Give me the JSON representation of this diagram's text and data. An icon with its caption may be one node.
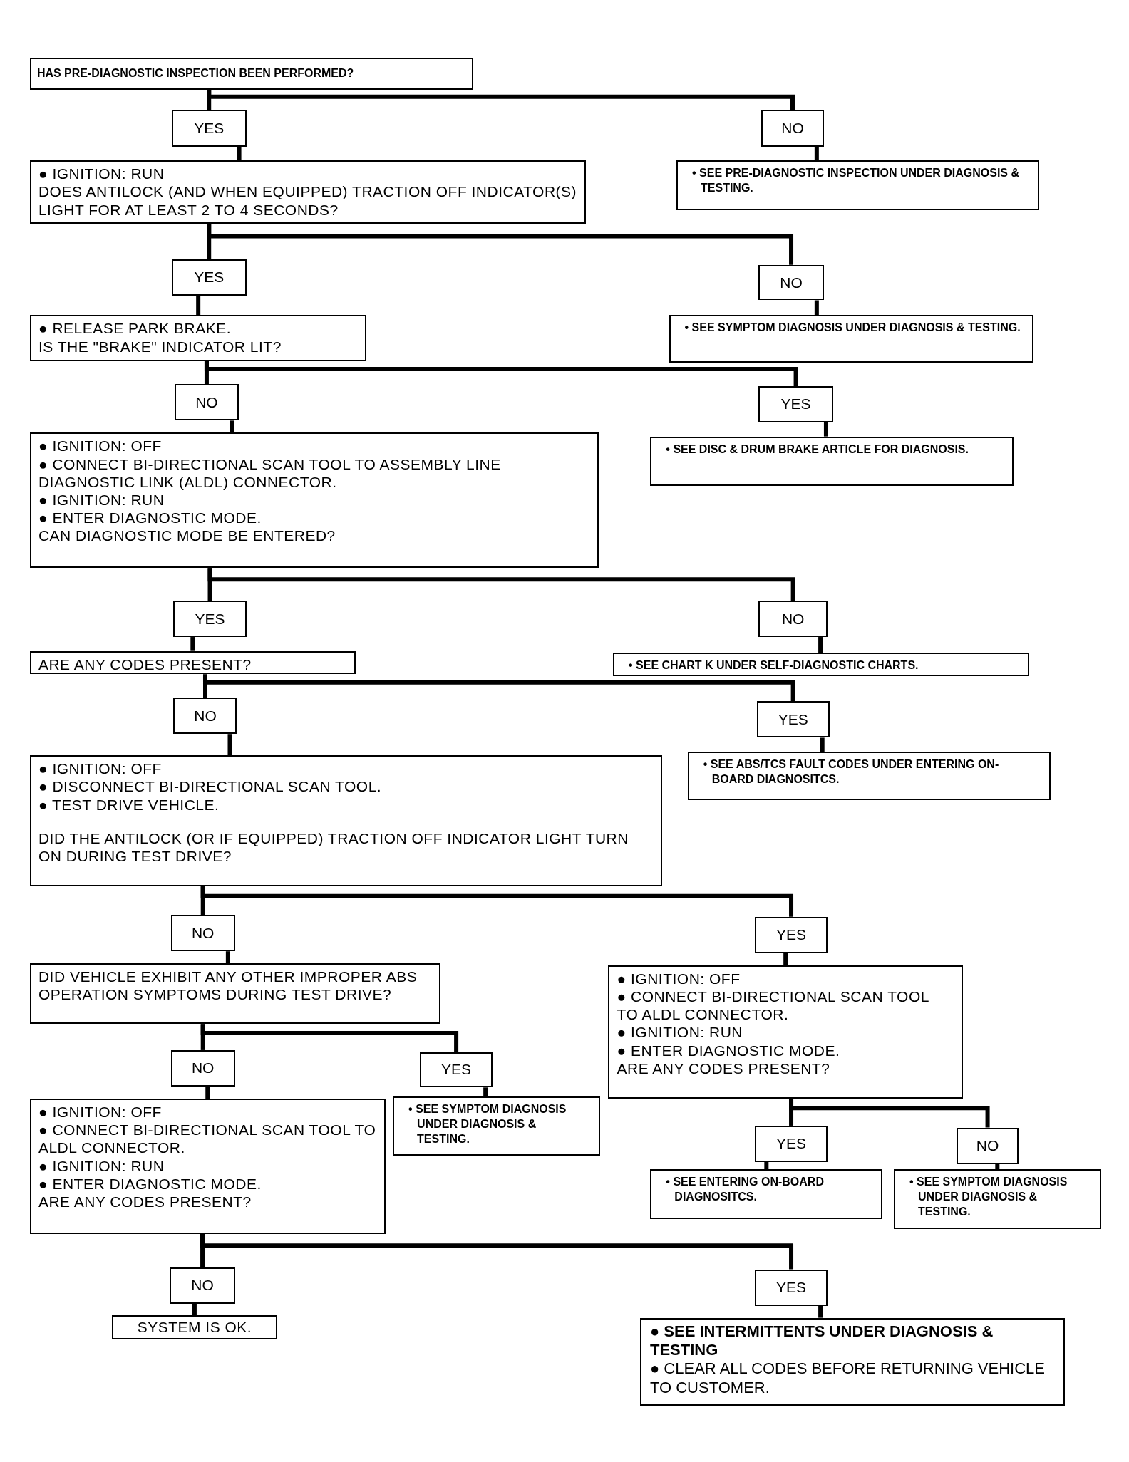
{
  "diagram": {
    "nodes": [
      {
        "text": [
          "HAS PRE-DIAGNOSTIC INSPECTION BEEN PERFORMED?"
        ]
      },
      {
        "text": [
          "YES"
        ]
      },
      {
        "text": [
          "NO"
        ]
      },
      {
        "text": [
          "● IGNITION:  RUN",
          "DOES ANTILOCK (AND WHEN EQUIPPED) TRACTION OFF INDICATOR(S) LIGHT FOR AT LEAST 2 TO 4 SECONDS?"
        ]
      },
      {
        "text": [
          "• SEE PRE-DIAGNOSTIC INSPECTION UNDER DIAGNOSIS & TESTING."
        ]
      },
      {
        "text": [
          "YES"
        ]
      },
      {
        "text": [
          "NO"
        ]
      },
      {
        "text": [
          "● RELEASE PARK BRAKE.",
          "IS THE \"BRAKE\" INDICATOR LIT?"
        ]
      },
      {
        "text": [
          "• SEE SYMPTOM DIAGNOSIS UNDER DIAGNOSIS & TESTING."
        ]
      },
      {
        "text": [
          "NO"
        ]
      },
      {
        "text": [
          "YES"
        ]
      },
      {
        "text": [
          "● IGNITION: OFF",
          "● CONNECT BI-DIRECTIONAL SCAN TOOL TO ASSEMBLY LINE DIAGNOSTIC LINK (ALDL) CONNECTOR.",
          "● IGNITION: RUN",
          "● ENTER DIAGNOSTIC MODE.",
          "CAN DIAGNOSTIC MODE BE ENTERED?"
        ]
      },
      {
        "text": [
          "• SEE DISC & DRUM BRAKE ARTICLE FOR DIAGNOSIS."
        ]
      },
      {
        "text": [
          "YES"
        ]
      },
      {
        "text": [
          "NO"
        ]
      },
      {
        "text": [
          "ARE ANY CODES PRESENT?"
        ]
      },
      {
        "text": [
          "• SEE CHART K UNDER SELF-DIAGNOSTIC CHARTS."
        ]
      },
      {
        "text": [
          "NO"
        ]
      },
      {
        "text": [
          "YES"
        ]
      },
      {
        "text": [
          "● IGNITION: OFF",
          "● DISCONNECT BI-DIRECTIONAL SCAN TOOL.",
          "● TEST DRIVE VEHICLE.",
          "DID THE ANTILOCK (OR IF EQUIPPED) TRACTION OFF INDICATOR LIGHT TURN ON DURING TEST DRIVE?"
        ]
      },
      {
        "text": [
          "• SEE ABS/TCS FAULT CODES UNDER ENTERING ON-BOARD DIAGNOSITCS."
        ]
      },
      {
        "text": [
          "NO"
        ]
      },
      {
        "text": [
          "YES"
        ]
      },
      {
        "text": [
          "DID  VEHICLE EXHIBIT ANY OTHER IMPROPER ABS OPERATION SYMPTOMS DURING TEST DRIVE?"
        ]
      },
      {
        "text": [
          "● IGNITION: OFF",
          "● CONNECT BI-DIRECTIONAL SCAN TOOL TO ALDL CONNECTOR.",
          "● IGNITION: RUN",
          "● ENTER DIAGNOSTIC MODE.",
          "ARE ANY CODES PRESENT?"
        ]
      },
      {
        "text": [
          "NO"
        ]
      },
      {
        "text": [
          "YES"
        ]
      },
      {
        "text": [
          "● IGNITION: OFF",
          "● CONNECT BI-DIRECTIONAL SCAN TOOL TO ALDL CONNECTOR.",
          "● IGNITION: RUN",
          "● ENTER DIAGNOSTIC MODE.",
          "ARE ANY CODES PRESENT?"
        ]
      },
      {
        "text": [
          "• SEE SYMPTOM DIAGNOSIS UNDER DIAGNOSIS & TESTING."
        ]
      },
      {
        "text": [
          "YES"
        ]
      },
      {
        "text": [
          "NO"
        ]
      },
      {
        "text": [
          "• SEE ENTERING ON-BOARD DIAGNOSITCS."
        ]
      },
      {
        "text": [
          "• SEE SYMPTOM DIAGNOSIS UNDER DIAGNOSIS & TESTING."
        ]
      },
      {
        "text": [
          "NO"
        ]
      },
      {
        "text": [
          "YES"
        ]
      },
      {
        "text": [
          "SYSTEM IS OK."
        ]
      },
      {
        "text": [
          "● SEE INTERMITTENTS UNDER DIAGNOSIS & TESTING",
          "● CLEAR ALL CODES BEFORE RETURNING VEHICLE TO CUSTOMER."
        ]
      }
    ],
    "edges": [
      {
        "from": 0,
        "to": 1,
        "arrow": "none"
      },
      {
        "from": 0,
        "to": 2,
        "arrow": "none"
      },
      {
        "from": 1,
        "to": 3,
        "arrow": "none"
      },
      {
        "from": 2,
        "to": 4,
        "arrow": "none"
      },
      {
        "from": 3,
        "to": 5,
        "arrow": "none"
      },
      {
        "from": 3,
        "to": 6,
        "arrow": "none"
      },
      {
        "from": 5,
        "to": 7,
        "arrow": "none"
      },
      {
        "from": 6,
        "to": 8,
        "arrow": "none"
      },
      {
        "from": 7,
        "to": 9,
        "arrow": "none"
      },
      {
        "from": 7,
        "to": 10,
        "arrow": "none"
      },
      {
        "from": 9,
        "to": 11,
        "arrow": "none"
      },
      {
        "from": 10,
        "to": 12,
        "arrow": "none"
      },
      {
        "from": 11,
        "to": 13,
        "arrow": "none"
      },
      {
        "from": 11,
        "to": 14,
        "arrow": "none"
      },
      {
        "from": 13,
        "to": 15,
        "arrow": "none"
      },
      {
        "from": 14,
        "to": 16,
        "arrow": "none"
      },
      {
        "from": 15,
        "to": 17,
        "arrow": "none"
      },
      {
        "from": 15,
        "to": 18,
        "arrow": "none"
      },
      {
        "from": 17,
        "to": 19,
        "arrow": "none"
      },
      {
        "from": 18,
        "to": 20,
        "arrow": "none"
      },
      {
        "from": 19,
        "to": 21,
        "arrow": "none"
      },
      {
        "from": 19,
        "to": 22,
        "arrow": "none"
      },
      {
        "from": 21,
        "to": 23,
        "arrow": "none"
      },
      {
        "from": 22,
        "to": 24,
        "arrow": "none"
      },
      {
        "from": 23,
        "to": 25,
        "arrow": "none"
      },
      {
        "from": 23,
        "to": 26,
        "arrow": "none"
      },
      {
        "from": 25,
        "to": 27,
        "arrow": "none"
      },
      {
        "from": 26,
        "to": 28,
        "arrow": "none"
      },
      {
        "from": 24,
        "to": 29,
        "arrow": "none"
      },
      {
        "from": 24,
        "to": 30,
        "arrow": "none"
      },
      {
        "from": 29,
        "to": 31,
        "arrow": "none"
      },
      {
        "from": 30,
        "to": 32,
        "arrow": "none"
      },
      {
        "from": 27,
        "to": 33,
        "arrow": "none"
      },
      {
        "from": 27,
        "to": 34,
        "arrow": "none"
      },
      {
        "from": 33,
        "to": 35,
        "arrow": "none"
      },
      {
        "from": 34,
        "to": 36,
        "arrow": "none"
      }
    ]
  }
}
